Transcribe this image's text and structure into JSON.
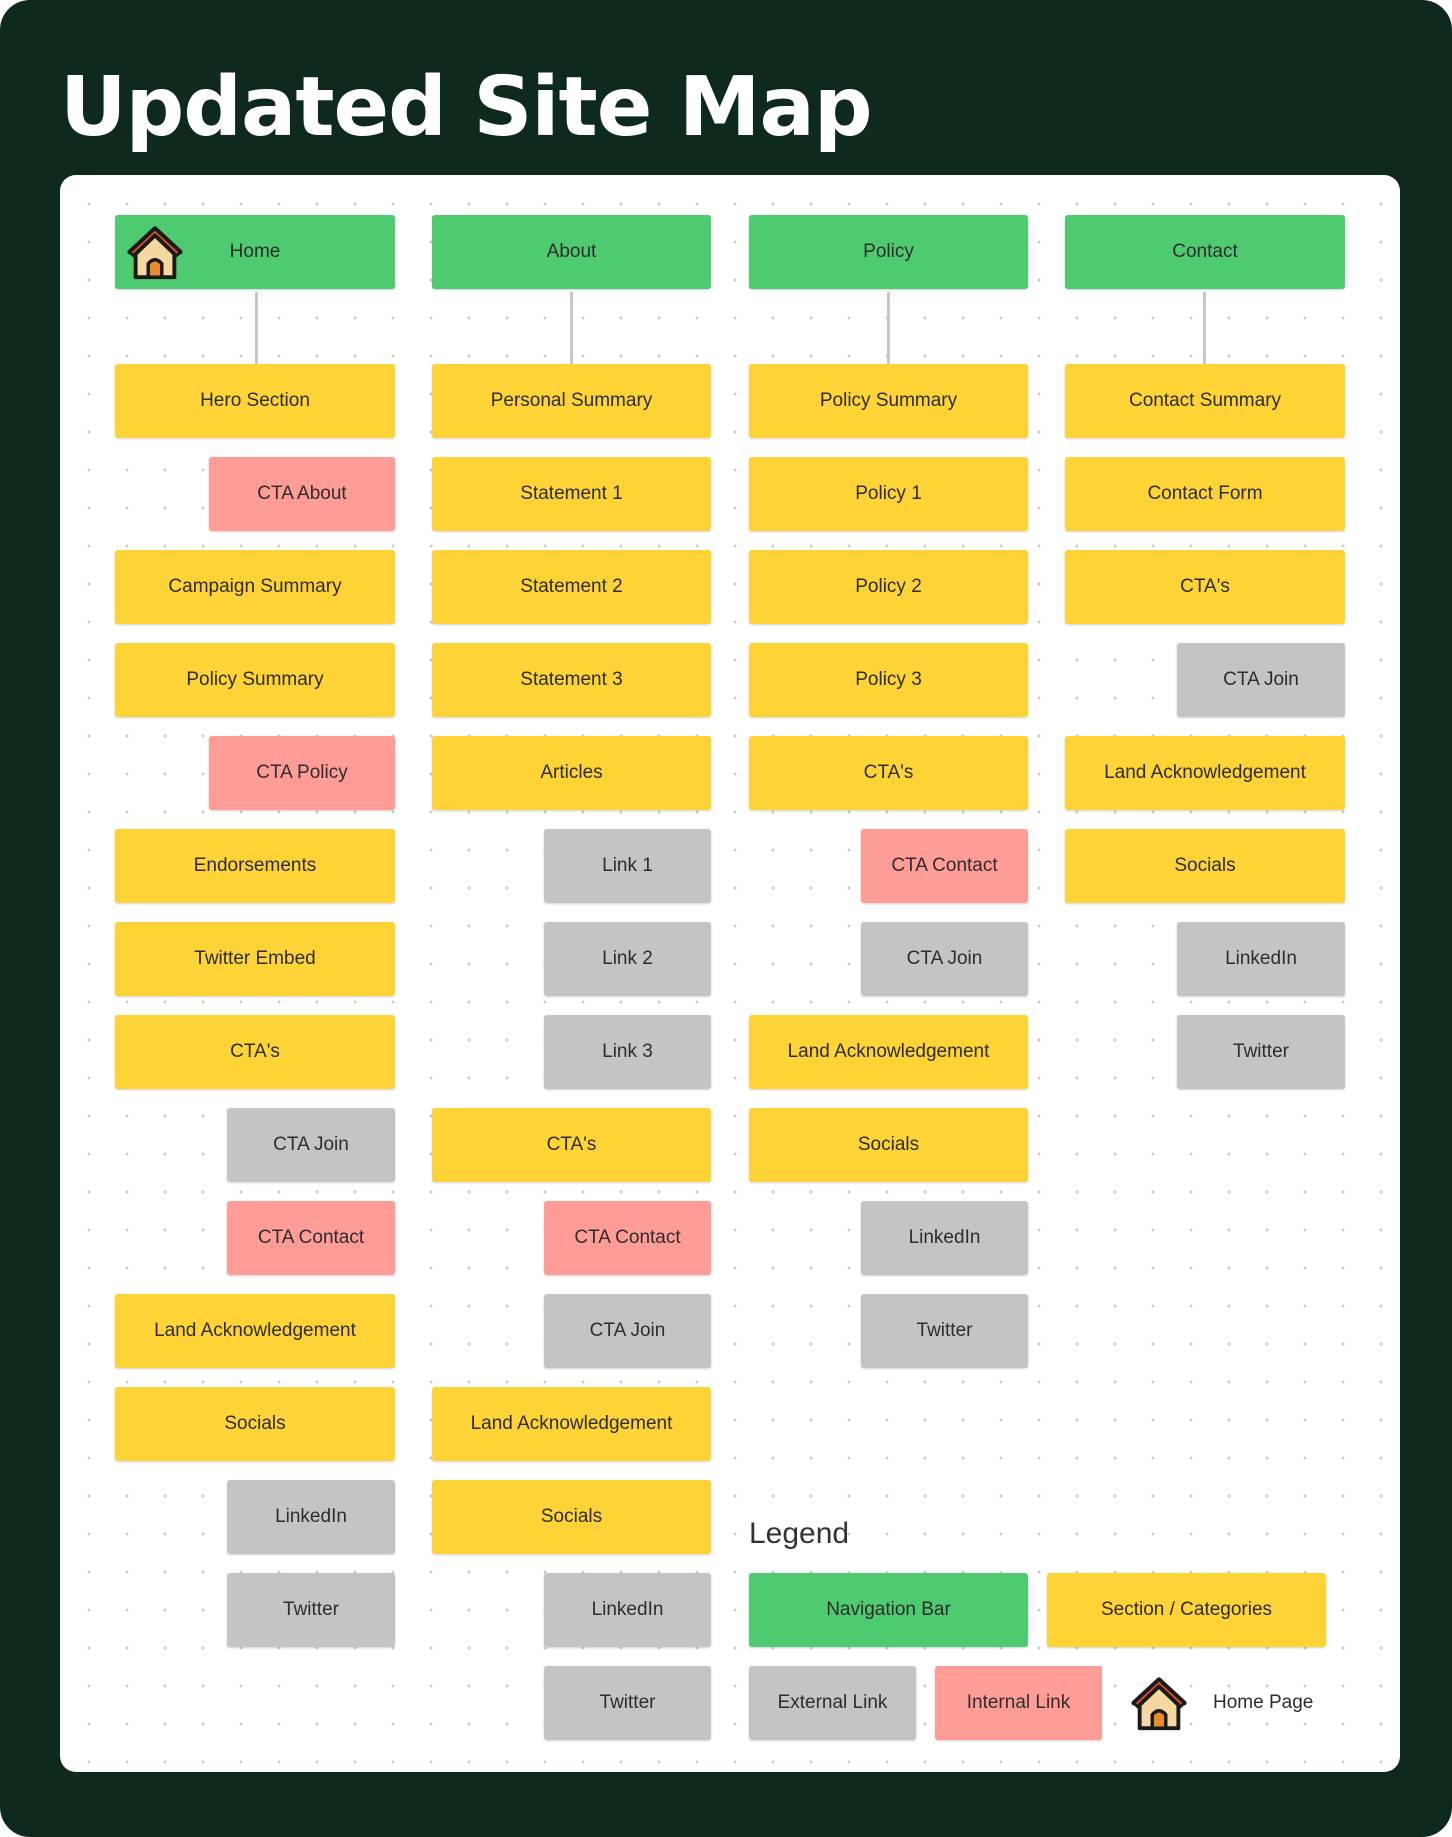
{
  "title": "Updated Site Map",
  "colors": {
    "navigation": "#4ecb71",
    "section": "#fed335",
    "external": "#c4c4c4",
    "internal": "#ff9c96",
    "frame": "#0d2a1c"
  },
  "columns": {
    "home": {
      "nav": "Home",
      "items": [
        "Hero Section",
        "CTA About",
        "Campaign Summary",
        "Policy Summary",
        "CTA Policy",
        "Endorsements",
        "Twitter Embed",
        "CTA's",
        "CTA Join",
        "CTA Contact",
        "Land Acknowledgement",
        "Socials",
        "LinkedIn",
        "Twitter"
      ]
    },
    "about": {
      "nav": "About",
      "items": [
        "Personal Summary",
        "Statement 1",
        "Statement 2",
        "Statement 3",
        "Articles",
        "Link 1",
        "Link 2",
        "Link 3",
        "CTA's",
        "CTA Contact",
        "CTA Join",
        "Land Acknowledgement",
        "Socials",
        "LinkedIn",
        "Twitter"
      ]
    },
    "policy": {
      "nav": "Policy",
      "items": [
        "Policy Summary",
        "Policy 1",
        "Policy 2",
        "Policy 3",
        "CTA's",
        "CTA Contact",
        "CTA Join",
        "Land Acknowledgement",
        "Socials",
        "LinkedIn",
        "Twitter"
      ]
    },
    "contact": {
      "nav": "Contact",
      "items": [
        "Contact Summary",
        "Contact Form",
        "CTA's",
        "CTA Join",
        "Land Acknowledgement",
        "Socials",
        "LinkedIn",
        "Twitter"
      ]
    }
  },
  "legend": {
    "title": "Legend",
    "navigation_bar": "Navigation Bar",
    "section_categories": "Section / Categories",
    "external_link": "External Link",
    "internal_link": "Internal Link",
    "home_page": "Home Page",
    "home_icon": "house-icon"
  }
}
